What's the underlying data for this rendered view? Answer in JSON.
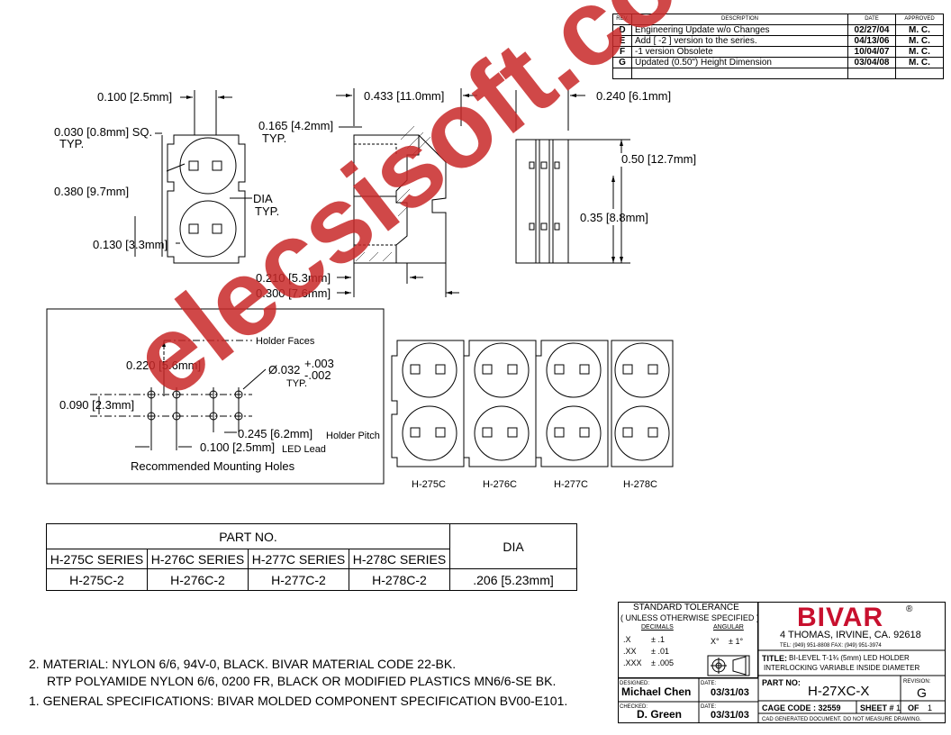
{
  "revision_table": {
    "headers": [
      "REV.",
      "DESCRIPTION",
      "DATE",
      "APPROVED"
    ],
    "rows": [
      {
        "rev": "D",
        "desc": "Engineering Update w/o Changes",
        "date": "02/27/04",
        "approved": "M. C."
      },
      {
        "rev": "E",
        "desc": "Add [ -2 ] version to the series.",
        "date": "04/13/06",
        "approved": "M. C."
      },
      {
        "rev": "F",
        "desc": "-1 version Obsolete",
        "date": "10/04/07",
        "approved": "M. C."
      },
      {
        "rev": "G",
        "desc": "Updated (0.50\") Height Dimension",
        "date": "03/04/08",
        "approved": "M. C."
      }
    ]
  },
  "front_view": {
    "dim_top": "0.100 [2.5mm]",
    "dim_sq": "0.030 [0.8mm] SQ.",
    "dim_sq_typ": "TYP.",
    "dim_height": "0.380 [9.7mm]",
    "dim_dia": "DIA",
    "dim_dia_typ": "TYP.",
    "dim_bottom": "0.130 [3.3mm]"
  },
  "side_view": {
    "dim_depth": "0.433 [11.0mm]",
    "dim_inner": "0.165 [4.2mm]",
    "dim_inner_typ": "TYP.",
    "dim_210": "0.210 [5.3mm]",
    "dim_300": "0.300 [7.6mm]"
  },
  "rear_view": {
    "dim_width": "0.240 [6.1mm]",
    "dim_050": "0.50 [12.7mm]",
    "dim_035": "0.35 [8.8mm]"
  },
  "mounting": {
    "holder_faces": "Holder Faces",
    "dim_220": "0.220 [5.6mm]",
    "hole_dia": "Ø.032",
    "tol_plus": "+.003",
    "tol_minus": "-.002",
    "typ": "TYP.",
    "dim_090": "0.090 [2.3mm]",
    "dim_245": "0.245 [6.2mm]",
    "holder_pitch": "Holder Pitch",
    "dim_100": "0.100 [2.5mm]",
    "led_lead": "LED Lead",
    "caption": "Recommended Mounting Holes"
  },
  "series_labels": [
    "H-275C",
    "H-276C",
    "H-277C",
    "H-278C"
  ],
  "part_table": {
    "part_no_header": "PART NO.",
    "dia_header": "DIA",
    "series": [
      "H-275C SERIES",
      "H-276C SERIES",
      "H-277C SERIES",
      "H-278C SERIES"
    ],
    "parts": [
      "H-275C-2",
      "H-276C-2",
      "H-277C-2",
      "H-278C-2"
    ],
    "dia_value": ".206 [5.23mm]"
  },
  "notes": {
    "n2_line1": "2.  MATERIAL: NYLON 6/6, 94V-0, BLACK. BIVAR MATERIAL CODE 22-BK.",
    "n2_line2": "RTP POLYAMIDE NYLON 6/6, 0200 FR, BLACK OR MODIFIED PLASTICS MN6/6-SE BK.",
    "n1": "1.  GENERAL SPECIFICATIONS: BIVAR MOLDED COMPONENT SPECIFICATION BV00-E101."
  },
  "title_block": {
    "std_tol": "STANDARD TOLERANCE",
    "unless": "( UNLESS OTHERWISE SPECIFIED )",
    "decimals": "DECIMALS",
    "angular": "ANGULAR",
    "x": ".X",
    "x_tol": "± .1",
    "xx": ".XX",
    "xx_tol": "± .01",
    "xxx": ".XXX",
    "xxx_tol": "± .005",
    "ang": "X°",
    "ang_tol": "± 1°",
    "logo": "BIVAR",
    "registered": "®",
    "address": "4  THOMAS, IRVINE, CA. 92618",
    "phone": "TEL: (949) 951-8808      FAX: (949) 951-3974",
    "title_label": "TITLE:",
    "title_line1": "BI-LEVEL T-1¾ (5mm) LED HOLDER",
    "title_line2": "INTERLOCKING VARIABLE INSIDE DIAMETER",
    "designed_label": "DESIGNED:",
    "designed_by": "Michael Chen",
    "date_label": "DATE:",
    "designed_date": "03/31/03",
    "checked_label": "CHECKED:",
    "checked_by": "D. Green",
    "checked_date": "03/31/03",
    "part_no_label": "PART NO:",
    "part_no": "H-27XC-X",
    "revision_label": "REVISION:",
    "revision": "G",
    "cage_code": "CAGE CODE :  32559",
    "sheet_label": "SHEET #",
    "sheet": "1",
    "of_label": "OF",
    "of": "1",
    "cad_note": "CAD GENERATED DOCUMENT, DO NOT MEASURE DRAWING."
  },
  "watermark": "elecsisoft.com",
  "colors": {
    "watermark": "#c82828",
    "line": "#000000"
  }
}
